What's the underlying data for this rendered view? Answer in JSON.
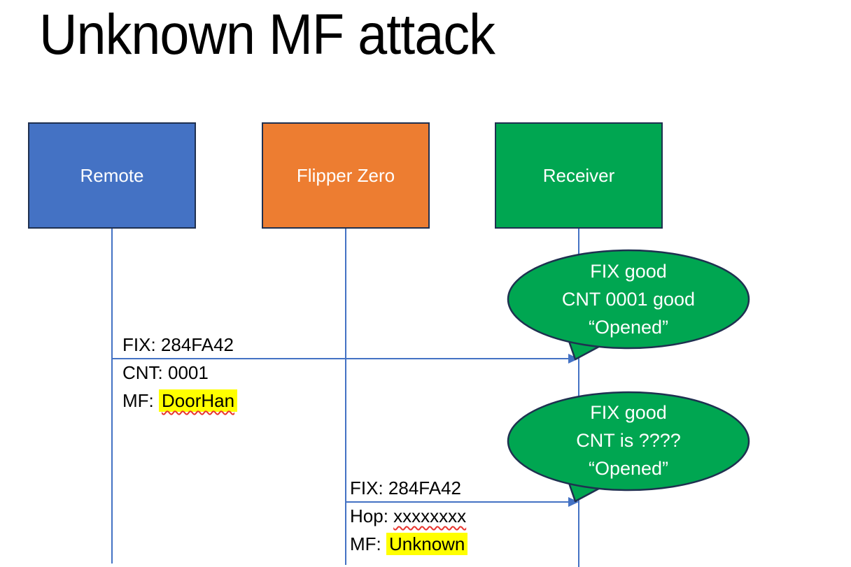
{
  "title": "Unknown MF attack",
  "actors": [
    {
      "label": "Remote",
      "color": "#4472C4"
    },
    {
      "label": "Flipper Zero",
      "color": "#ED7D31"
    },
    {
      "label": "Receiver",
      "color": "#00A651"
    }
  ],
  "messages": [
    {
      "from": "Remote",
      "to": "Receiver",
      "rows": [
        {
          "text": "FIX: 284FA42"
        },
        {
          "text": "CNT: 0001"
        },
        {
          "text": "MF: ",
          "mark": "DoorHan"
        }
      ]
    },
    {
      "from": "Flipper Zero",
      "to": "Receiver",
      "rows": [
        {
          "text": "FIX: 284FA42"
        },
        {
          "text": "Hop: ",
          "mark": "xxxxxxxx"
        },
        {
          "text": "MF: ",
          "mark": "Unknown"
        }
      ]
    }
  ],
  "callouts": [
    {
      "lines": [
        "FIX good",
        "CNT 0001 good",
        "“Opened”"
      ]
    },
    {
      "lines": [
        "FIX good",
        "CNT is ????",
        "“Opened”"
      ]
    }
  ],
  "colors": {
    "remote_fill": "#4472C4",
    "flipper_fill": "#ED7D31",
    "receiver_fill": "#00A651",
    "callout_fill": "#00A651",
    "outline": "#1F3050",
    "connector": "#4472C4",
    "highlight": "#FFFF00",
    "spellcheck": "#E8352E",
    "text_dark": "#000000",
    "text_light": "#FFFFFF"
  }
}
